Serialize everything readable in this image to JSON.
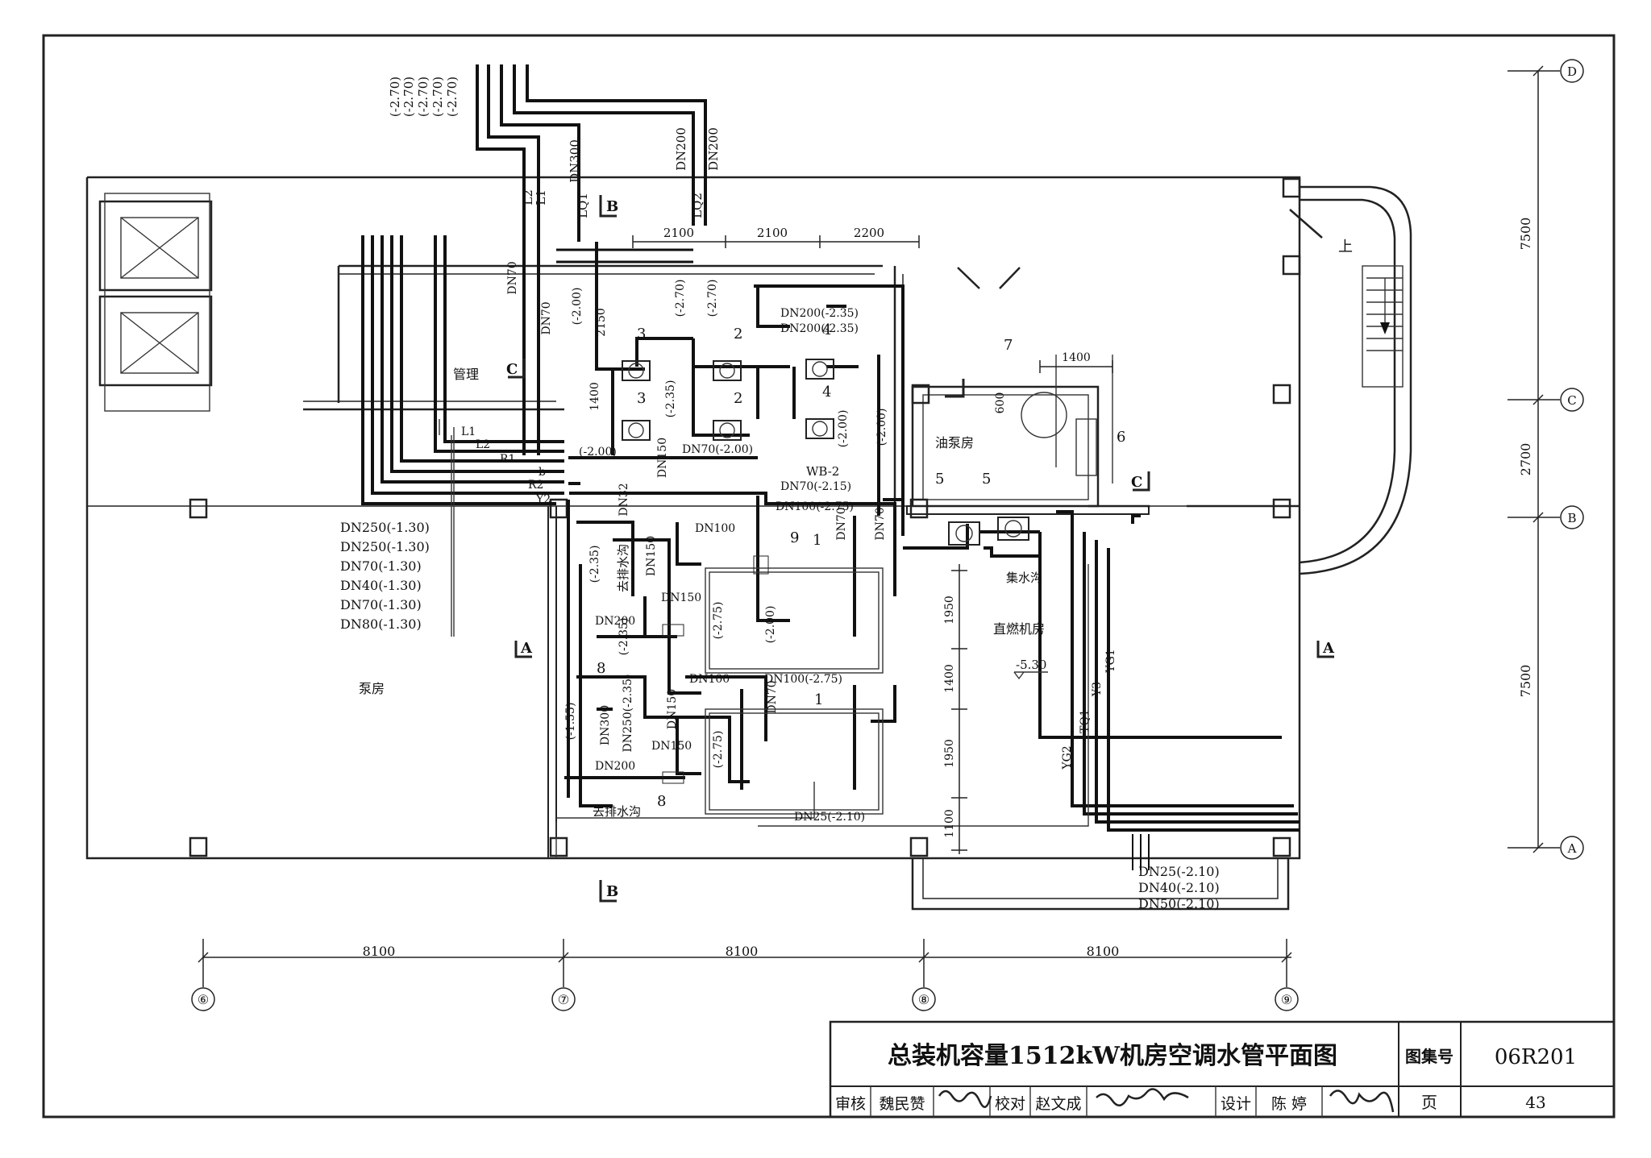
{
  "drawing": {
    "title": "总装机容量1512kW机房空调水管平面图",
    "atlas_label": "图集号",
    "atlas_no": "06R201",
    "page_label": "页",
    "page_no": "43",
    "review_label": "审核",
    "reviewer": "魏民赞",
    "check_label": "校对",
    "checker": "赵文成",
    "design_label": "设计",
    "designer": "陈 婷"
  },
  "rooms": {
    "pump_room": "泵房",
    "mgmt": "管理",
    "oil_pump_room": "油泵房",
    "machine_room": "直燃机房",
    "floor_level": "-5.30",
    "sump": "集水沟",
    "to_drain_1": "去排水沟",
    "to_drain_2": "去排水沟",
    "up": "上"
  },
  "axes": {
    "columns": [
      "⑥",
      "⑦",
      "⑧",
      "⑨"
    ],
    "rows": [
      "D",
      "C",
      "B",
      "A"
    ],
    "col_spacing": [
      "8100",
      "8100",
      "8100"
    ],
    "row_spacing": [
      "7500",
      "2700",
      "7500"
    ],
    "pump_spacing": [
      "2100",
      "2100",
      "2200"
    ],
    "dims_small": [
      "2150",
      "1400",
      "1400",
      "600",
      "1950",
      "1400",
      "1950",
      "1100"
    ]
  },
  "sections": {
    "A_left": "A",
    "A_right": "A",
    "B_top": "B",
    "B_bottom": "B",
    "C_left": "C",
    "C_right": "C"
  },
  "equipment_tags": [
    "3",
    "3",
    "2",
    "2",
    "4",
    "4",
    "7",
    "6",
    "5",
    "5",
    "9",
    "1",
    "8",
    "1",
    "8",
    "WB-2"
  ],
  "pipes": {
    "top_levels": [
      "(-2.70)",
      "(-2.70)",
      "(-2.70)",
      "(-2.70)",
      "(-2.70)"
    ],
    "top_sizes": [
      "DN300",
      "DN200",
      "DN200"
    ],
    "top_tags": [
      "L2",
      "L1",
      "LQ1",
      "LQ2"
    ],
    "header_tags": [
      "L1",
      "L2",
      "R1",
      "b",
      "R2",
      "Y2"
    ],
    "header_list": [
      "DN250(-1.30)",
      "DN250(-1.30)",
      "DN70(-1.30)",
      "DN40(-1.30)",
      "DN70(-1.30)",
      "DN80(-1.30)"
    ],
    "riser_labels": [
      "DN70",
      "DN70",
      "(-2.00)",
      "(-2.70)",
      "(-2.70)",
      "DN200(-2.35)",
      "DN200(-2.35)",
      "(-2.35)",
      "(-2.00)",
      "(-2.00)",
      "(-2.00)",
      "DN70(-2.00)",
      "DN70(-2.15)",
      "DN100(-2.75)",
      "DN70",
      "DN70",
      "DN32",
      "DN150",
      "DN150",
      "DN100",
      "DN150",
      "(-2.75)",
      "(-2.00)",
      "DN200",
      "(-2.35)",
      "DN100",
      "DN100(-2.75)",
      "DN300",
      "DN250(-2.35)",
      "DN150",
      "DN150",
      "(-2.75)",
      "DN70",
      "DN200",
      "(-1.55)",
      "(-2.35)",
      "DN25(-2.10)"
    ],
    "machine_tags": [
      "YG2",
      "TQ1",
      "Y3",
      "YG1"
    ],
    "bottom_list": [
      "DN25(-2.10)",
      "DN40(-2.10)",
      "DN50(-2.10)"
    ]
  }
}
